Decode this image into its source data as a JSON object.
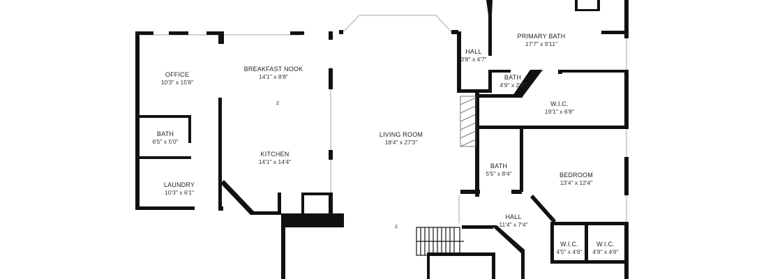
{
  "colors": {
    "wall": "#111111",
    "window": "#bbbbbb",
    "background": "#ffffff",
    "text": "#222222"
  },
  "rooms": [
    {
      "name": "OFFICE",
      "dims": "10'3\" x 15'8\""
    },
    {
      "name": "BREAKFAST NOOK",
      "dims": "14'1\" x 8'8\""
    },
    {
      "name": "BATH",
      "dims": "6'5\" x 5'0\""
    },
    {
      "name": "KITCHEN",
      "dims": "14'1\" x 14'4\""
    },
    {
      "name": "LAUNDRY",
      "dims": "10'3\" x 6'1\""
    },
    {
      "name": "LIVING ROOM",
      "dims": "18'4\" x 27'3\""
    },
    {
      "name": "HALL",
      "dims": "3'8\" x 4'7\""
    },
    {
      "name": "PRIMARY BATH",
      "dims": "17'7\" x 9'11\""
    },
    {
      "name": "BATH",
      "dims": "4'9\" x 2'3\""
    },
    {
      "name": "W.I.C.",
      "dims": "19'1\" x 6'8\""
    },
    {
      "name": "BATH",
      "dims": "5'5\" x 8'4\""
    },
    {
      "name": "BEDROOM",
      "dims": "13'4\" x 12'4\""
    },
    {
      "name": "HALL",
      "dims": "11'4\" x 7'4\""
    },
    {
      "name": "W.I.C.",
      "dims": "4'5\" x 4'6\""
    },
    {
      "name": "W.I.C.",
      "dims": "4'9\" x 4'6\""
    }
  ],
  "markers": [
    "z",
    "z"
  ]
}
